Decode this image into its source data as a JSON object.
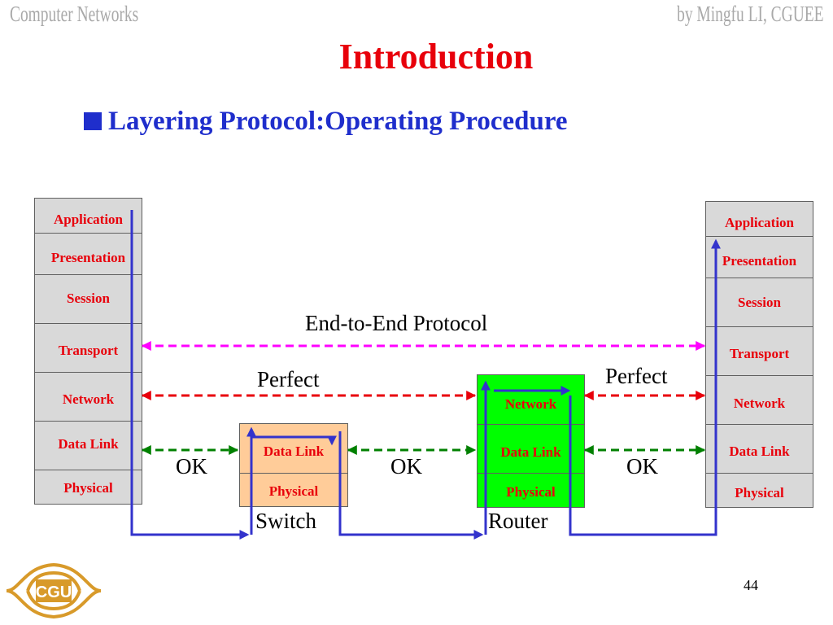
{
  "header": {
    "left": "Computer Networks",
    "right": "by Mingfu LI, CGUEE"
  },
  "slide": {
    "title": "Introduction",
    "bullet": "Layering Protocol:Operating Procedure",
    "page_number": "44"
  },
  "stacks": {
    "left": [
      "Application",
      "Presentation",
      "Session",
      "Transport",
      "Network",
      "Data Link",
      "Physical"
    ],
    "right": [
      "Application",
      "Presentation",
      "Session",
      "Transport",
      "Network",
      "Data Link",
      "Physical"
    ],
    "switch": [
      "Data Link",
      "Physical"
    ],
    "router": [
      "Network",
      "Data Link",
      "Physical"
    ]
  },
  "labels": {
    "end_to_end": "End-to-End Protocol",
    "perfect_left": "Perfect",
    "perfect_right": "Perfect",
    "ok_1": "OK",
    "ok_2": "OK",
    "ok_3": "OK",
    "switch": "Switch",
    "router": "Router"
  },
  "colors": {
    "title": "#e8000b",
    "bullet": "#1f2ecc",
    "layer_text": "#e8000b",
    "host_fill": "#d9d9d9",
    "switch_fill": "#ffcc99",
    "router_fill": "#00ff00",
    "end_to_end_arrow": "#ff00ff",
    "network_arrow": "#e8000b",
    "link_arrow": "#008000",
    "data_path": "#3333cc"
  },
  "logo": {
    "text": "CGU"
  }
}
